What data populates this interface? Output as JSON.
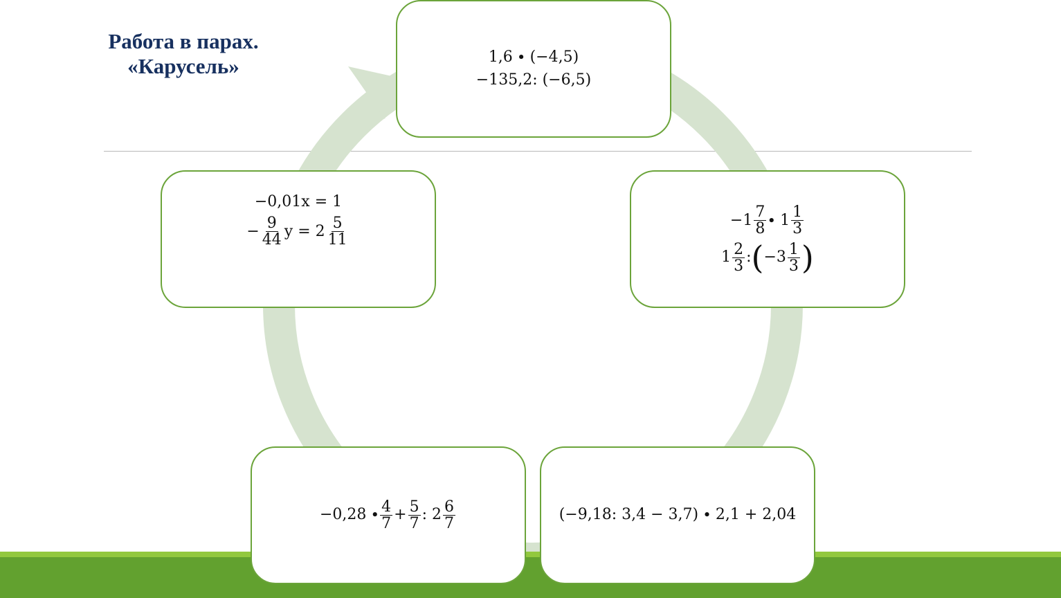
{
  "title": {
    "line1": "Работа в парах.",
    "line2": "«Карусель»"
  },
  "cards": {
    "top": {
      "line1": "1,6 ∙ (−4,5)",
      "line2": "−135,2: (−6,5)"
    },
    "right": {
      "l1_prefix": "−1",
      "l1_f1_num": "7",
      "l1_f1_den": "8",
      "l1_mid": " ∙ 1",
      "l1_f2_num": "1",
      "l1_f2_den": "3",
      "l2_prefix": "1",
      "l2_f1_num": "2",
      "l2_f1_den": "3",
      "l2_colon": " : ",
      "l2_lparen": "(",
      "l2_inner": "−3",
      "l2_f2_num": "1",
      "l2_f2_den": "3",
      "l2_rparen": ")"
    },
    "left": {
      "line1": "−0,01x = 1",
      "l2_prefix": "−",
      "l2_f1_num": "9",
      "l2_f1_den": "44",
      "l2_mid": "y = 2",
      "l2_f2_num": "5",
      "l2_f2_den": "11"
    },
    "bottom_left": {
      "prefix": "−0,28 ∙",
      "f1_num": "4",
      "f1_den": "7",
      "plus": "+",
      "f2_num": "5",
      "f2_den": "7",
      "mid": ": 2",
      "f3_num": "6",
      "f3_den": "7"
    },
    "bottom_right": {
      "line1": "(−9,18: 3,4 − 3,7) ∙ 2,1 + 2,04"
    }
  },
  "colors": {
    "title": "#17305f",
    "card_border": "#6ba43a",
    "ring": "#d6e3cf",
    "band_dark": "#62a12f",
    "band_light": "#92c83e"
  }
}
